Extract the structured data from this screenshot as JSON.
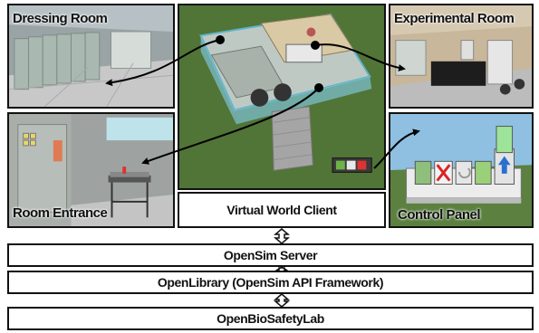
{
  "scenes": {
    "dressing_room": "Dressing Room",
    "experimental_room": "Experimental Room",
    "room_entrance": "Room Entrance",
    "control_panel": "Control Panel"
  },
  "layers": {
    "client": "Virtual World Client",
    "server": "OpenSim Server",
    "library": "OpenLibrary (OpenSim API Framework)",
    "app": "OpenBioSafetyLab"
  },
  "colors": {
    "grass": "#4c6e34",
    "wall": "#c9d0cb",
    "floor": "#b9b9b9",
    "sky": "#7fb0d8",
    "arrow": "#000000",
    "border": "#111111"
  }
}
